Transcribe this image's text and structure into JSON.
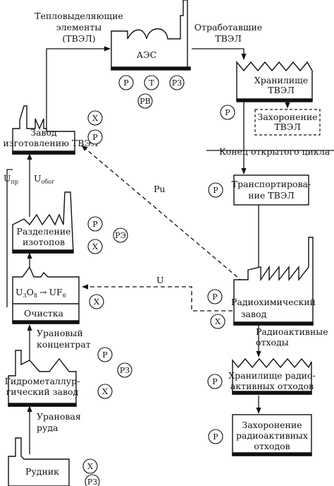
{
  "nodes": {
    "aes": "АЭС",
    "storage_fuel": [
      "Хранилище",
      "ТВЭЛ"
    ],
    "burial_fuel": [
      "Захоронение",
      "ТВЭЛ"
    ],
    "transport": [
      "Транспортирова-",
      "ние ТВЭЛ"
    ],
    "radiochem": [
      "Радиохимический",
      "завод"
    ],
    "storage_waste": [
      "Хранилище радио-",
      "активных отходов"
    ],
    "burial_waste": [
      "Захоронение",
      "радиоактивных",
      "отходов"
    ],
    "fuel_plant": [
      "Завод",
      "по изготовлению ТВЭЛ"
    ],
    "separation": [
      "Разделение",
      "изотопов"
    ],
    "conversion": {
      "a": "U",
      "a_sub": "3",
      "b": "O",
      "b_sub": "8",
      "arrow": "→",
      "c": "UF",
      "c_sub": "6"
    },
    "purification": "Очистка",
    "hydromet": [
      "Гидрометаллур-",
      "гический завод"
    ],
    "mine": "Рудник"
  },
  "flows": {
    "fuel_elements": [
      "Тепловыделяющие",
      "элементы",
      "(ТВЭЛ)"
    ],
    "spent_fuel": [
      "Отработавшие",
      "ТВЭЛ"
    ],
    "open_cycle_end": "Конец открытого цикла",
    "pu": "Pu",
    "u": "U",
    "u_pr": {
      "base": "U",
      "sub": "пр"
    },
    "u_obog": {
      "base": "U",
      "sub": "обог"
    },
    "rad_waste": [
      "Радиоактивные",
      "отходы"
    ],
    "uranium_concentrate": [
      "Урановый",
      "концентрат"
    ],
    "uranium_ore": [
      "Урановая",
      "руда"
    ]
  },
  "marks": {
    "aes_p": "Р",
    "aes_t": "Т",
    "aes_rz": "РЗ",
    "aes_rv": "РВ",
    "storage_p": "Р",
    "fuel_plant_x": "Х",
    "fuel_plant_p": "Р",
    "transport_p": "Р",
    "separation_p": "Р",
    "separation_re": "РЭ",
    "separation_x": "Х",
    "conversion_x": "Х",
    "radiochem_p": "Р",
    "radiochem_x": "Х",
    "storage_waste_p": "Р",
    "hydromet_p": "Р",
    "hydromet_rz": "РЗ",
    "hydromet_x": "Х",
    "burial_waste_p": "Р",
    "mine_x": "Х",
    "mine_rz": "РЗ"
  }
}
